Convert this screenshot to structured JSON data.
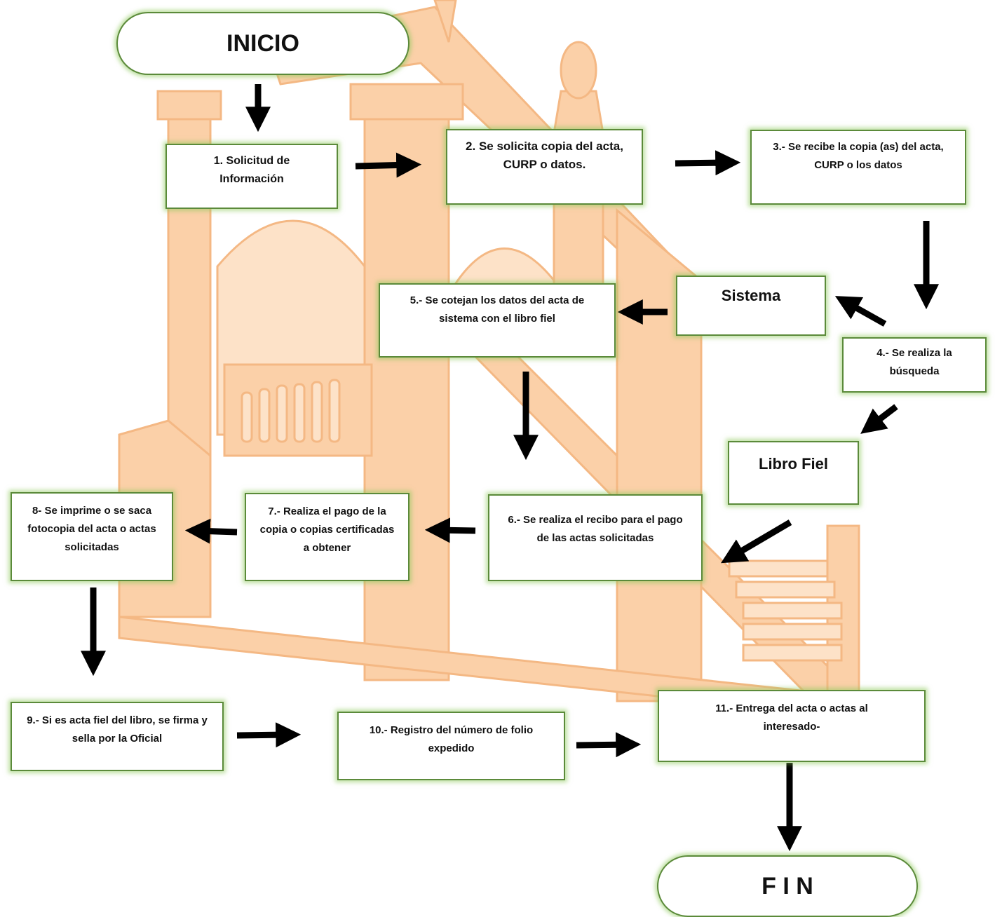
{
  "diagram": {
    "start": "INICIO",
    "end": "F I N",
    "steps": {
      "s1": "1. Solicitud de Información",
      "s2": "2. Se solicita copia del acta, CURP o datos.",
      "s3": "3.- Se recibe la copia (as) del acta, CURP o los datos",
      "s4": "4.- Se realiza la búsqueda",
      "sistema": "Sistema",
      "libro": "Libro Fiel",
      "s5": "5.- Se cotejan los datos del acta de sistema con el libro fiel",
      "s6": "6.- Se realiza el recibo para el pago de las actas solicitadas",
      "s7": "7.- Realiza el pago de la copia o copias certificadas a obtener",
      "s8": "8- Se imprime o se saca fotocopia del acta o actas solicitadas",
      "s9": "9.- Si es acta fiel del libro, se firma y sella por la Oficial",
      "s10": "10.- Registro del número de folio expedido",
      "s11": "11.- Entrega del acta o actas al interesado-"
    }
  },
  "colors": {
    "background_watermark": "#f9c79c",
    "box_border": "#5b8a3a",
    "box_glow": "#8cc85a",
    "arrow": "#000000"
  },
  "icons": {
    "watermark": "building-staircase-watermark",
    "arrows": "black-arrow-icon"
  }
}
